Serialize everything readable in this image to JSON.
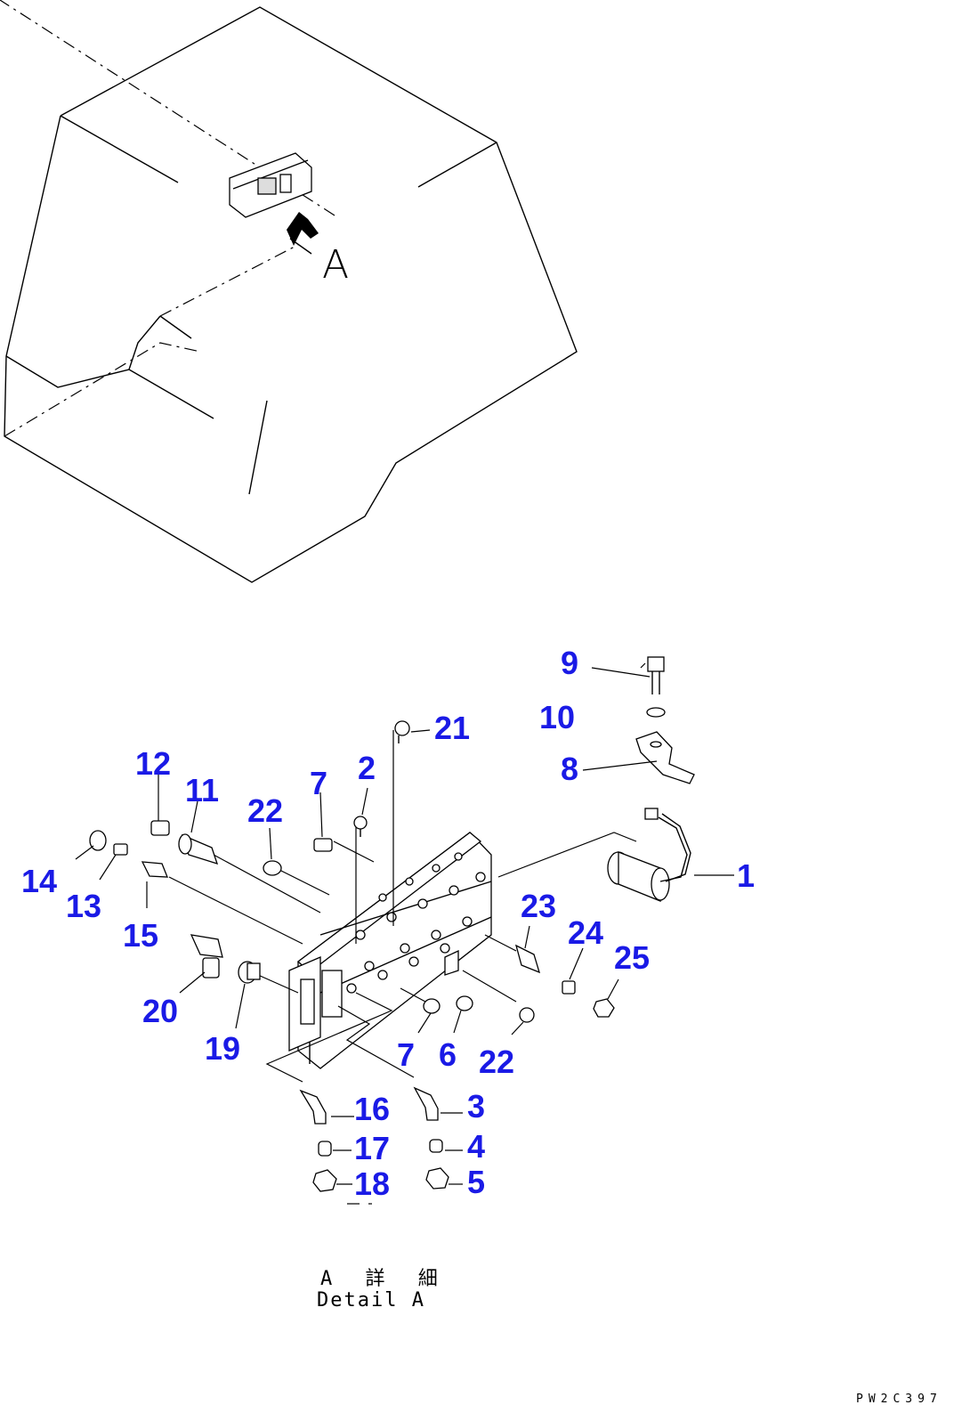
{
  "view_label": "A",
  "detail_caption": {
    "japanese": "A 詳 細",
    "english": "Detail A"
  },
  "drawing_code": "PW2C397",
  "callouts": [
    "1",
    "2",
    "3",
    "4",
    "5",
    "6",
    "7",
    "7",
    "8",
    "9",
    "10",
    "11",
    "12",
    "13",
    "14",
    "15",
    "16",
    "17",
    "18",
    "19",
    "20",
    "21",
    "22",
    "22",
    "23",
    "24",
    "25"
  ]
}
